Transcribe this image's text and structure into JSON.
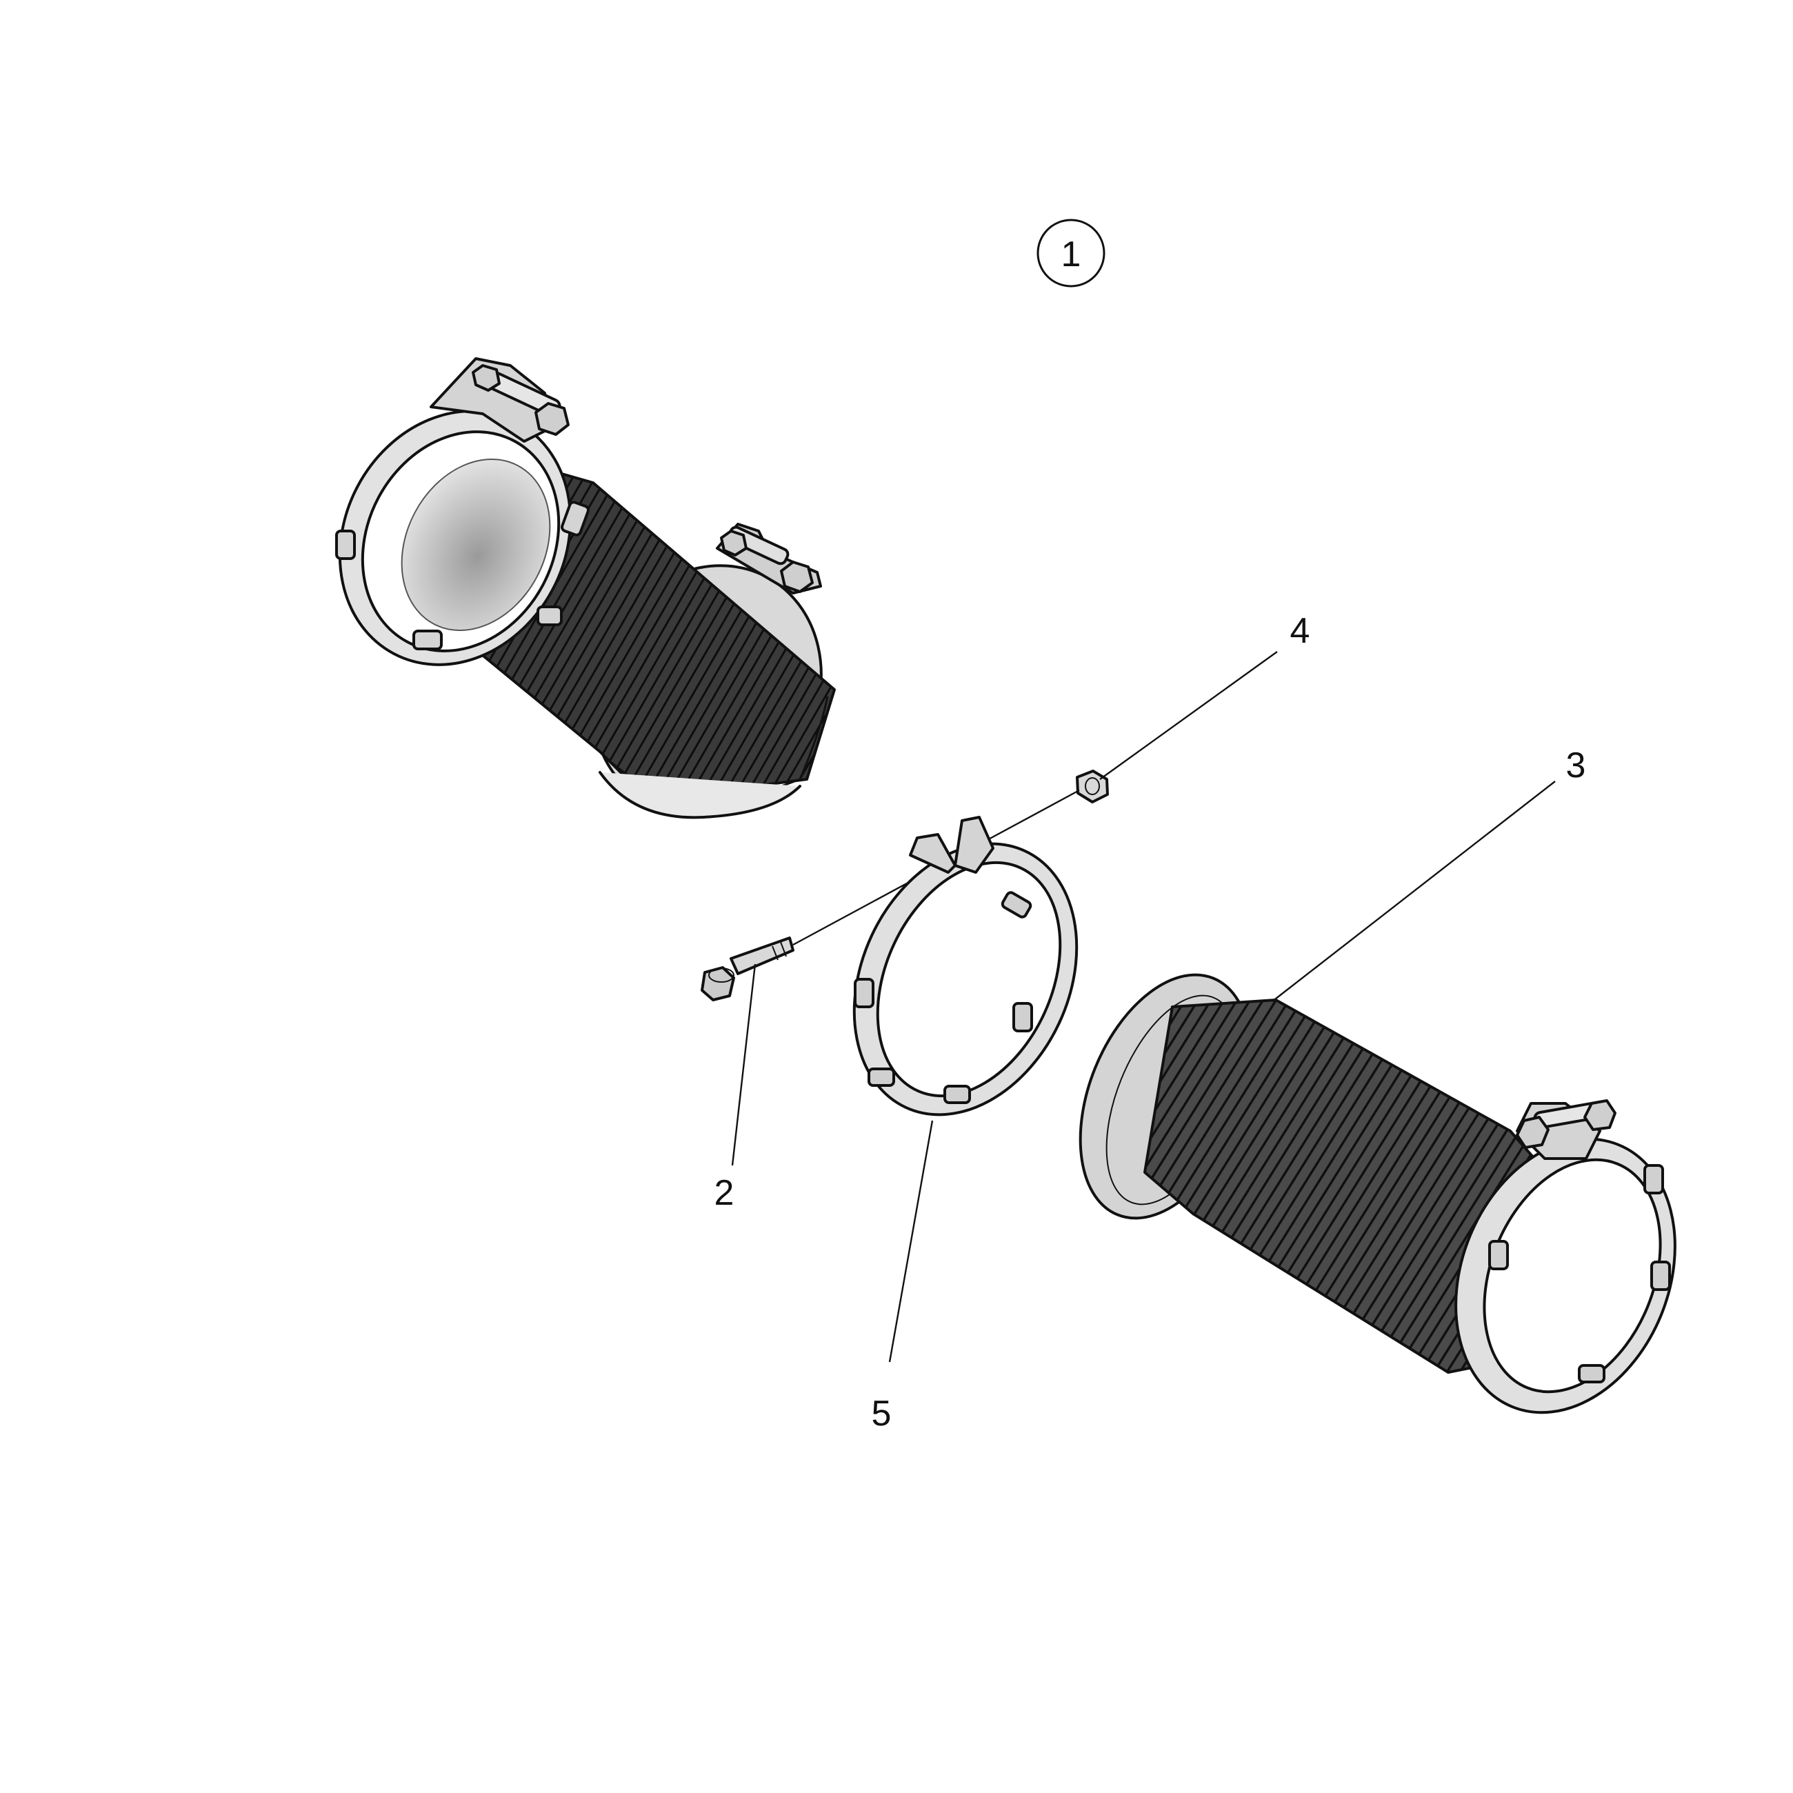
{
  "assembly_label": "1",
  "callouts": {
    "c2": "2",
    "c3": "3",
    "c4": "4",
    "c5": "5"
  },
  "colors": {
    "line": "#111111",
    "light_gray": "#d9d9d9",
    "mid_gray": "#bdbdbd",
    "bellows_dark": "#2a2a2a",
    "white": "#ffffff"
  },
  "parts": [
    {
      "id": "assembled-flex-pipe",
      "icon": "flex-pipe-with-clamps-icon"
    },
    {
      "id": "bolt",
      "icon": "bolt-icon"
    },
    {
      "id": "flex-pipe",
      "icon": "flex-pipe-icon"
    },
    {
      "id": "nut",
      "icon": "nut-icon"
    },
    {
      "id": "clamp",
      "icon": "v-band-clamp-icon"
    }
  ]
}
